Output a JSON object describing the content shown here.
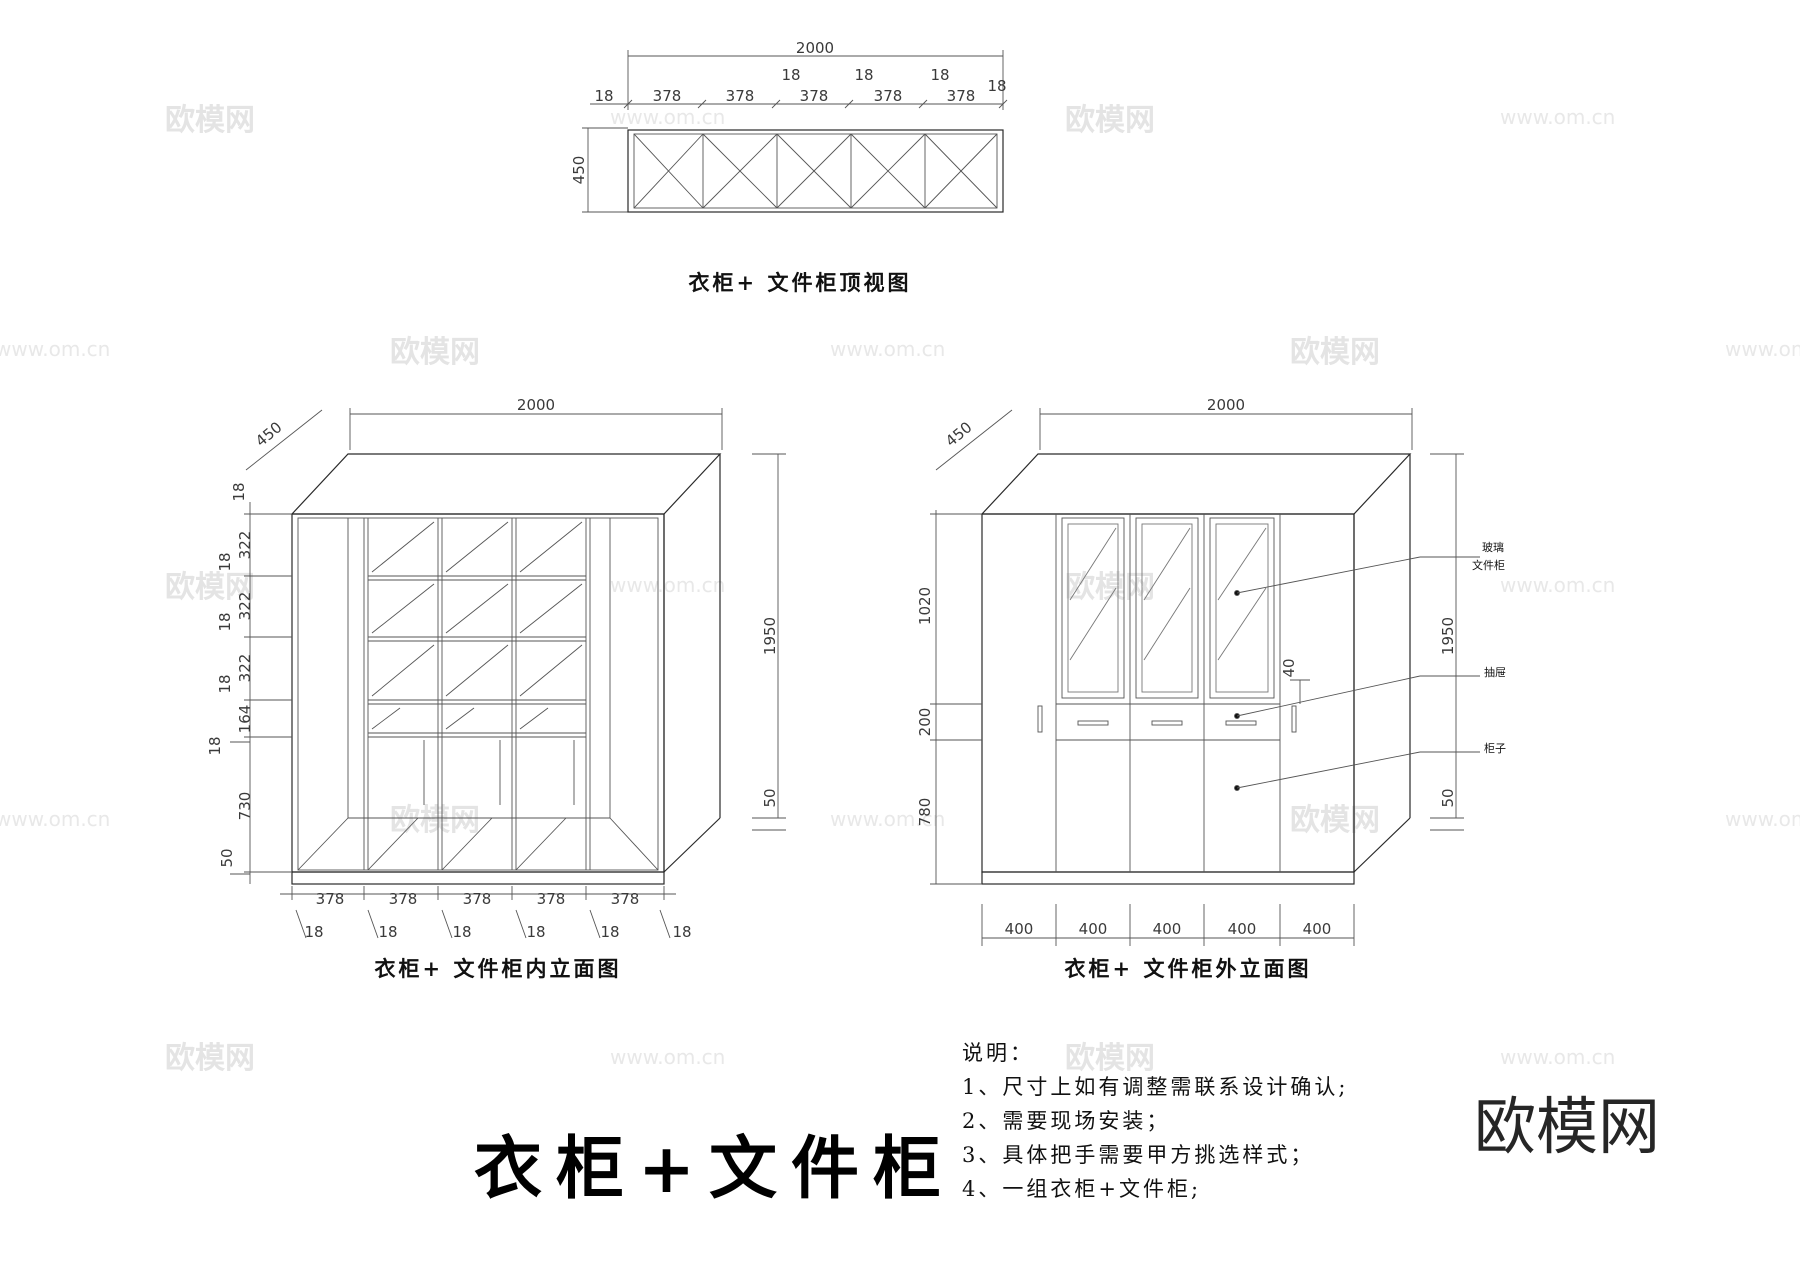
{
  "watermarks": {
    "brand": "欧模网",
    "site": "www.om.cn"
  },
  "logo": {
    "text": "欧模网"
  },
  "drawing_title": "衣柜+文件柜",
  "top_view": {
    "title": "衣柜+ 文件柜顶视图",
    "overall_width": "2000",
    "depth": "450",
    "panel": "18",
    "bay": "378"
  },
  "inner_elevation": {
    "title": "衣柜+ 文件柜内立面图",
    "overall_width": "2000",
    "height": "1950",
    "depth": "450",
    "base": "50",
    "panel": "18",
    "bay": "378",
    "shelf_gap": "322",
    "drawer_gap": "164",
    "lower_gap": "730",
    "kick": "50"
  },
  "outer_elevation": {
    "title": "衣柜+ 文件柜外立面图",
    "overall_width": "2000",
    "height": "1950",
    "depth": "450",
    "base": "50",
    "upper": "1020",
    "middle": "200",
    "lower": "780",
    "reveal": "40",
    "door_width": "400",
    "labels": {
      "glass_line1": "玻璃",
      "glass_line2": "文件柜",
      "drawer": "抽屉",
      "cabinet": "柜子"
    }
  },
  "notes": {
    "heading": "说明：",
    "items": [
      "1、尺寸上如有调整需联系设计确认;",
      "2、需要现场安装；",
      "3、具体把手需要甲方挑选样式；",
      "4、一组衣柜+文件柜;"
    ]
  }
}
